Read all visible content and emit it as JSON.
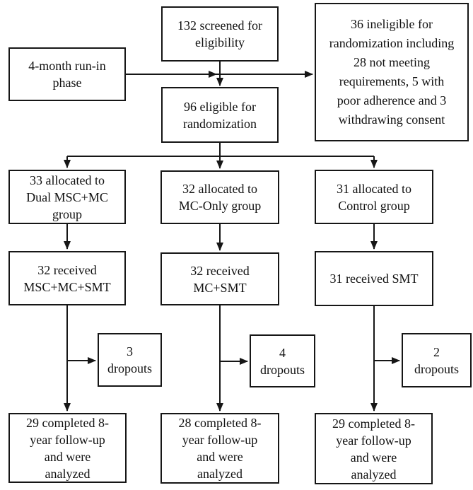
{
  "diagram": {
    "type": "consort-flowchart",
    "colors": {
      "box_border": "#161616",
      "box_background": "#ffffff",
      "arrow_line": "#161616",
      "text": "#111111",
      "page_background": "#ffffff"
    },
    "boxes": {
      "run_in": {
        "text": "4-month run-in\nphase"
      },
      "screened": {
        "text": "132 screened for\neligibility"
      },
      "ineligible": {
        "text": "36 ineligible for\nrandomization including\n28 not meeting\nrequirements, 5 with\npoor adherence and 3\nwithdrawing consent"
      },
      "eligible": {
        "text": "96 eligible for\nrandomization"
      },
      "alloc_dual": {
        "text": "33 allocated to\nDual MSC+MC\ngroup"
      },
      "alloc_mc": {
        "text": "32 allocated to\nMC-Only group"
      },
      "alloc_control": {
        "text": "31 allocated to\nControl group"
      },
      "recv_dual": {
        "text": "32 received\nMSC+MC+SMT"
      },
      "recv_mc": {
        "text": "32 received\nMC+SMT"
      },
      "recv_control": {
        "text": "31 received SMT"
      },
      "drop_dual": {
        "text": "3\ndropouts"
      },
      "drop_mc": {
        "text": "4\ndropouts"
      },
      "drop_control": {
        "text": "2\ndropouts"
      },
      "comp_dual": {
        "text": "29 completed 8-\nyear follow-up\nand were\nanalyzed"
      },
      "comp_mc": {
        "text": "28 completed 8-\nyear follow-up\nand were\nanalyzed"
      },
      "comp_control": {
        "text": "29 completed 8-\nyear follow-up\nand were\nanalyzed"
      }
    }
  }
}
